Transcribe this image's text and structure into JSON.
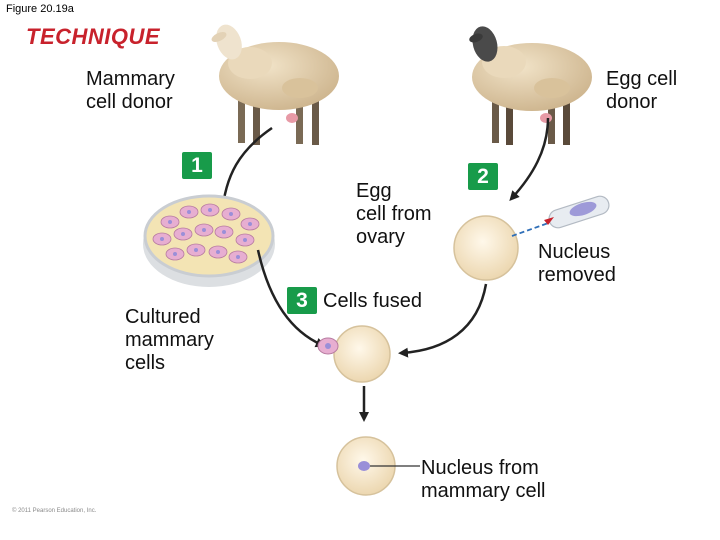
{
  "figure_label": "Figure 20.19a",
  "technique_title": "TECHNIQUE",
  "labels": {
    "mammary_donor": [
      "Mammary",
      "cell donor"
    ],
    "egg_donor": [
      "Egg cell",
      "donor"
    ],
    "egg_from_ovary": [
      "Egg",
      "cell from",
      "ovary"
    ],
    "nucleus_removed": [
      "Nucleus",
      "removed"
    ],
    "cultured_cells": [
      "Cultured",
      "mammary",
      "cells"
    ],
    "cells_fused": "Cells fused",
    "nucleus_from_mammary": [
      "Nucleus from",
      "mammary cell"
    ]
  },
  "steps": {
    "one": "1",
    "two": "2",
    "three": "3"
  },
  "copyright": "© 2011 Pearson Education, Inc.",
  "colors": {
    "title_red": "#c8222c",
    "step_green": "#189b4a",
    "wool": "#e6d3b3",
    "egg": "#f6e6c8",
    "dish_fluid": "#f3e4b4",
    "cell_pink": "#e7aed1",
    "nucleus": "#8f8fd8"
  }
}
